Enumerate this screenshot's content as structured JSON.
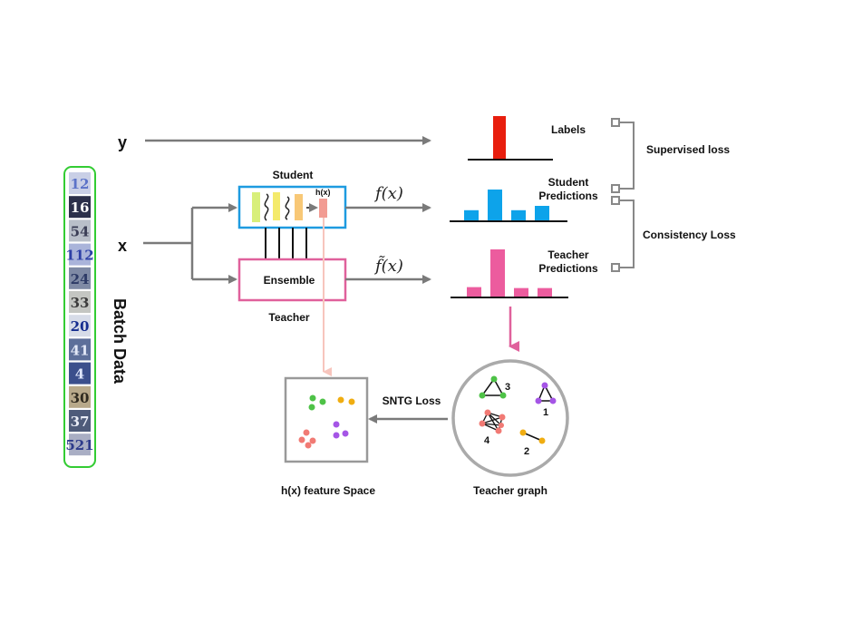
{
  "inputs": {
    "y": "y",
    "x": "x"
  },
  "batch": {
    "label": "Batch Data",
    "digits": [
      "12",
      "16",
      "54",
      "112",
      "24",
      "33",
      "20",
      "41",
      "4",
      "30",
      "37",
      "521"
    ]
  },
  "student": {
    "title": "Student",
    "hx": "h(x)"
  },
  "teacher": {
    "box_label": "Ensemble",
    "title": "Teacher"
  },
  "outputs": {
    "fx": "f(x)",
    "ftx": "f̃(x)",
    "labels": "Labels",
    "student_pred": [
      "Student",
      "Predictions"
    ],
    "teacher_pred": [
      "Teacher",
      "Predictions"
    ]
  },
  "losses": {
    "supervised": "Supervised loss",
    "consistency": "Consistency Loss",
    "sntg": "SNTG Loss"
  },
  "feature_space": {
    "caption": "h(x) feature Space"
  },
  "teacher_graph": {
    "caption": "Teacher graph",
    "cluster_ids": [
      "3",
      "1",
      "4",
      "2"
    ]
  },
  "histograms": {
    "labels": [
      1
    ],
    "student": [
      0.28,
      0.85,
      0.28,
      0.4
    ],
    "teacher": [
      0.2,
      1.0,
      0.18,
      0.18
    ]
  },
  "colors": {
    "arrow": "#7a7a7a",
    "student_border": "#1e9be0",
    "teacher_border": "#e0619c",
    "label_bar": "#e81e0e",
    "student_bar": "#0da3ea",
    "teacher_bar": "#ec5c9e",
    "batch_border": "#33cc33",
    "cluster_green": "#4ec247",
    "cluster_purple": "#a555e6",
    "cluster_salmon": "#f17a74",
    "cluster_orange": "#f0ad11"
  }
}
